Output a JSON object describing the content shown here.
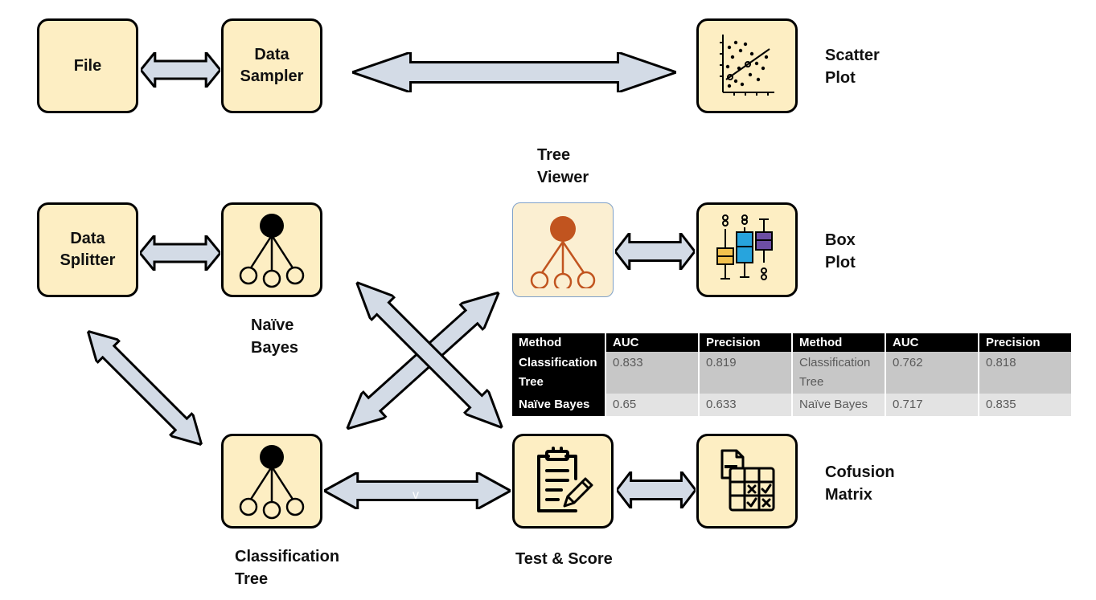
{
  "nodes": {
    "file": {
      "text": "File"
    },
    "data_sampler": {
      "lines": [
        "Data",
        "Sampler"
      ]
    },
    "scatter_plot": {
      "icon": "scatter-plot-icon",
      "label": [
        "Scatter",
        "Plot"
      ]
    },
    "tree_viewer": {
      "icon": "tree-icon",
      "label": [
        "Tree",
        "Viewer"
      ]
    },
    "box_plot": {
      "icon": "box-plot-icon",
      "label": [
        "Box",
        "Plot"
      ]
    },
    "data_splitter": {
      "lines": [
        "Data",
        "Splitter"
      ]
    },
    "naive_bayes": {
      "icon": "tree-icon",
      "label": [
        "Naïve",
        "Bayes"
      ]
    },
    "classification_tree": {
      "icon": "tree-icon",
      "label": [
        "Classification",
        "Tree"
      ]
    },
    "test_score": {
      "icon": "clipboard-edit-icon",
      "label": [
        "Test & Score"
      ]
    },
    "confusion_matrix": {
      "icon": "matrix-icon",
      "label": [
        "Cofusion",
        "Matrix"
      ]
    }
  },
  "connector_label": "v",
  "colors": {
    "node_fill": "#fdeec3",
    "tree_viewer_fill": "#fbefd2",
    "arrow_fill": "#d3dbe6",
    "tree_orange": "#c1541f"
  },
  "table": {
    "headers": [
      "Method",
      "AUC",
      "Precision",
      "Method",
      "AUC",
      "Precision"
    ],
    "rows": [
      [
        "Classification Tree",
        "0.833",
        "0.819",
        "Classification Tree",
        "0.762",
        "0.818"
      ],
      [
        "Naïve Bayes",
        "0.65",
        "0.633",
        "Naïve Bayes",
        "0.717",
        "0.835"
      ]
    ]
  }
}
